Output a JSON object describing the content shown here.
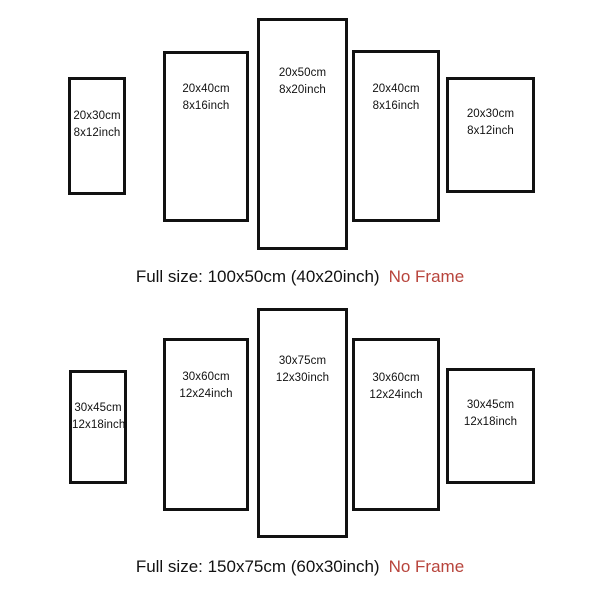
{
  "page": {
    "background_color": "#ffffff",
    "text_color": "#111111",
    "accent_color": "#b8443c",
    "border_color": "#111111"
  },
  "groups": [
    {
      "id": "group-100x50",
      "caption_main": "Full size: 100x50cm (40x20inch)",
      "caption_note": "No Frame",
      "panels": [
        {
          "id": "panel-1",
          "cm": "20x30cm",
          "inch": "8x12inch"
        },
        {
          "id": "panel-2",
          "cm": "20x40cm",
          "inch": "8x16inch"
        },
        {
          "id": "panel-3",
          "cm": "20x50cm",
          "inch": "8x20inch"
        },
        {
          "id": "panel-4",
          "cm": "20x40cm",
          "inch": "8x16inch"
        },
        {
          "id": "panel-5",
          "cm": "20x30cm",
          "inch": "8x12inch"
        }
      ]
    },
    {
      "id": "group-150x75",
      "caption_main": "Full size: 150x75cm (60x30inch)",
      "caption_note": "No Frame",
      "panels": [
        {
          "id": "panel-1",
          "cm": "30x45cm",
          "inch": "12x18inch"
        },
        {
          "id": "panel-2",
          "cm": "30x60cm",
          "inch": "12x24inch"
        },
        {
          "id": "panel-3",
          "cm": "30x75cm",
          "inch": "12x30inch"
        },
        {
          "id": "panel-4",
          "cm": "30x60cm",
          "inch": "12x24inch"
        },
        {
          "id": "panel-5",
          "cm": "30x45cm",
          "inch": "12x18inch"
        }
      ]
    }
  ]
}
